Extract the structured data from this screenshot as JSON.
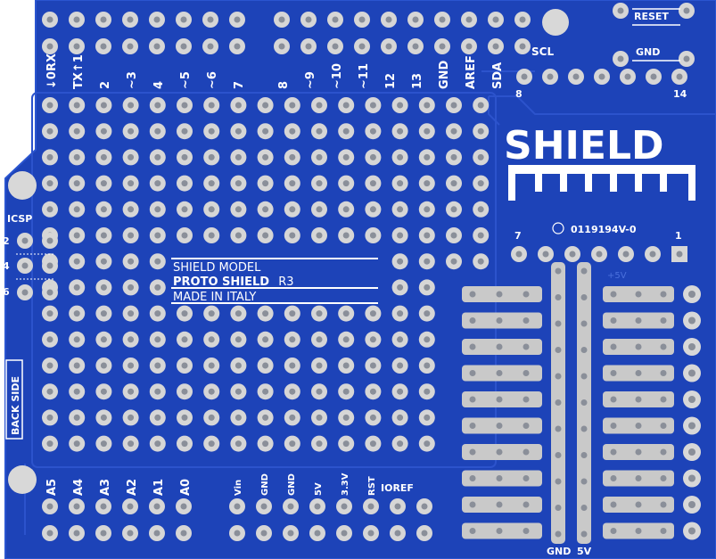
{
  "board": {
    "pcb_color": "#1d43b8",
    "silk_color": "#ffffff",
    "pad_color": "#d6d6d6"
  },
  "labels": {
    "digital_pins": [
      "↓0RX",
      "TX↑1",
      "2",
      "~3",
      "4",
      "~5",
      "~6",
      "7",
      "8",
      "~9",
      "~10",
      "~11",
      "12",
      "13",
      "GND",
      "AREF",
      "SDA"
    ],
    "scl": "SCL",
    "reset": "RESET",
    "gnd": "GND",
    "header_8": "8",
    "header_14": "14",
    "logo": "SHIELD",
    "ic_7": "7",
    "ic_1": "1",
    "serial": "0119194V-0",
    "icsp": "ICSP",
    "icsp_pins": [
      "2",
      "4",
      "6"
    ],
    "back_side": "BACK SIDE",
    "model_line1": "SHIELD MODEL",
    "model_line2_bold": "PROTO SHIELD",
    "model_line2_rev": "R3",
    "model_line3": "MADE IN ITALY",
    "analog_pins": [
      "A5",
      "A4",
      "A3",
      "A2",
      "A1",
      "A0"
    ],
    "power_pins": [
      "Vin",
      "GND",
      "GND",
      "5V",
      "3.3V",
      "RST"
    ],
    "ioref": "IOREF",
    "rail_gnd": "GND",
    "rail_5v": "5V",
    "plus_5v": "+5V"
  }
}
